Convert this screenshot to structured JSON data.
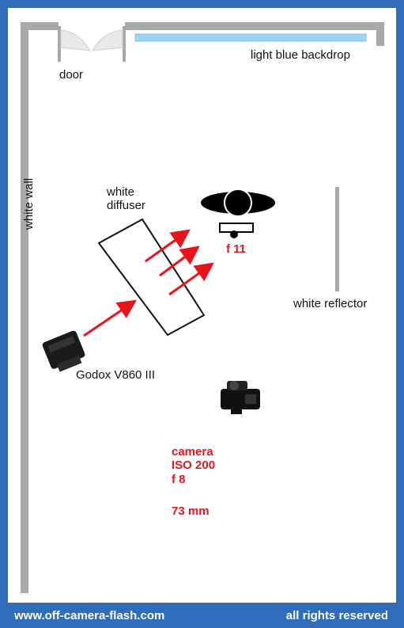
{
  "labels": {
    "door": "door",
    "backdrop": "light blue backdrop",
    "wall": "white wall",
    "diffuser_line1": "white",
    "diffuser_line2": "diffuser",
    "aperture_subject": "f 11",
    "reflector": "white reflector",
    "flash": "Godox V860 III",
    "camera_line1": "camera",
    "camera_line2": "ISO 200",
    "camera_line3": "f 8",
    "camera_line4": "73 mm"
  },
  "footer": {
    "website": "www.off-camera-flash.com",
    "rights": "all rights reserved"
  },
  "colors": {
    "border": "#2f6dba",
    "wall": "#a9a9a9",
    "backdrop": "#9fd3f3",
    "arrow": "#e8141c",
    "text_red": "#e8141c"
  }
}
